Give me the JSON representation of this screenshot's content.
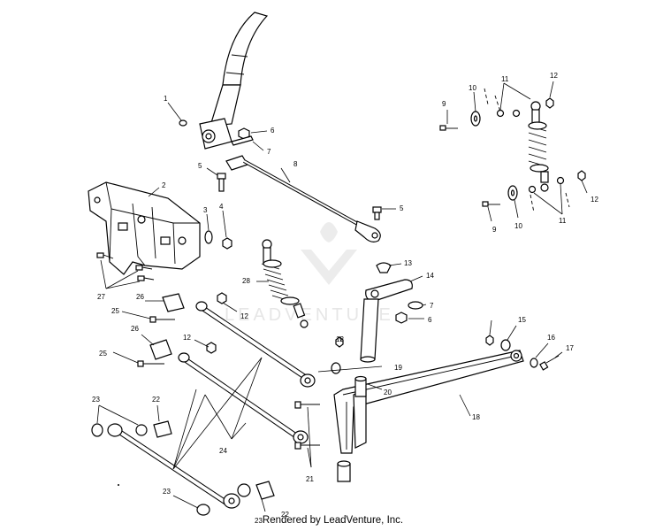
{
  "credit": {
    "num": "23",
    "text": "Rendered by LeadVenture, Inc."
  },
  "watermark": {
    "text": "LEADVENTURE"
  },
  "callouts": {
    "c1": "1",
    "c2": "2",
    "c3": "3",
    "c4": "4",
    "c5a": "5",
    "c5b": "5",
    "c6a": "6",
    "c6b": "6",
    "c7a": "7",
    "c7b": "7",
    "c8": "8",
    "c9a": "9",
    "c9b": "9",
    "c10a": "10",
    "c10b": "10",
    "c11a": "11",
    "c11b": "11",
    "c12a": "12",
    "c12b": "12",
    "c12c": "12",
    "c12d": "12",
    "c12e": "12",
    "c13": "13",
    "c14": "14",
    "c15": "15",
    "c16": "16",
    "c17": "17",
    "c18": "18",
    "c19": "19",
    "c20": "20",
    "c21": "21",
    "c22a": "22",
    "c22b": "22",
    "c23a": "23",
    "c23b": "23",
    "c24": "24",
    "c25a": "25",
    "c25b": "25",
    "c26a": "26",
    "c26b": "26",
    "c27": "27",
    "c28": "28"
  }
}
